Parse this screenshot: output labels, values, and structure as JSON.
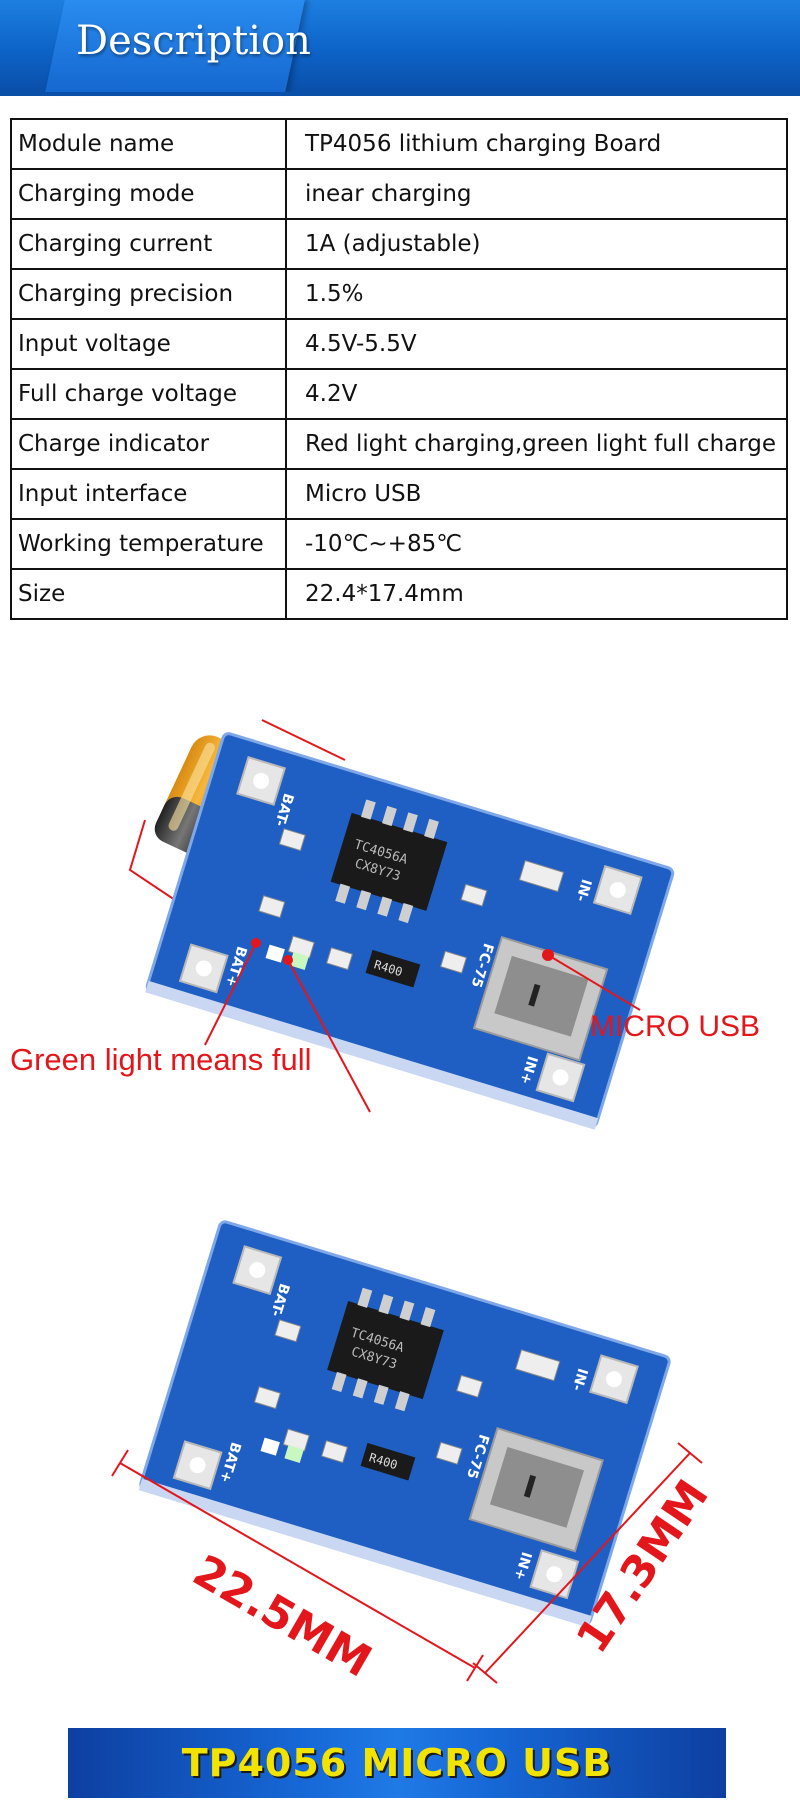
{
  "header": {
    "title": "Description"
  },
  "spec_table": {
    "rows": [
      {
        "label": "Module name",
        "value": "TP4056 lithium charging Board"
      },
      {
        "label": "Charging mode",
        "value": "inear charging"
      },
      {
        "label": "Charging current",
        "value": "1A (adjustable)"
      },
      {
        "label": "Charging precision",
        "value": "1.5%"
      },
      {
        "label": "Input voltage",
        "value": "4.5V-5.5V"
      },
      {
        "label": "Full charge voltage",
        "value": "4.2V"
      },
      {
        "label": "Charge indicator",
        "value": "Red light charging,green light full charge"
      },
      {
        "label": "Input interface",
        "value": "Micro USB"
      },
      {
        "label": "Working temperature",
        "value": "-10℃~+85℃"
      },
      {
        "label": "Size",
        "value": "22.4*17.4mm"
      }
    ]
  },
  "photo1": {
    "callout_usb": "MICRO USB",
    "callout_led": "Green light means full",
    "silk_bat_neg": "BAT-",
    "silk_bat_pos": "BAT+",
    "silk_in_neg": "IN-",
    "silk_in_pos": "IN+",
    "silk_chip": "TC4056A",
    "silk_chip2": "CX8Y73",
    "silk_resistor": "R400",
    "silk_fc": "FC-75"
  },
  "photo2": {
    "dim_length": "22.5MM",
    "dim_width": "17.3MM",
    "silk_bat_neg": "BAT-",
    "silk_bat_pos": "BAT+",
    "silk_in_neg": "IN-",
    "silk_in_pos": "IN+",
    "silk_chip": "TC4056A",
    "silk_chip2": "CX8Y73",
    "silk_resistor": "R400",
    "silk_fc": "FC-75"
  },
  "footer": {
    "title": "TP4056 MICRO USB"
  },
  "colors": {
    "pcb_blue": "#1f5fc4",
    "accent_red": "#e3161b",
    "banner_blue": "#0d63c8",
    "footer_text": "#f2e400"
  }
}
